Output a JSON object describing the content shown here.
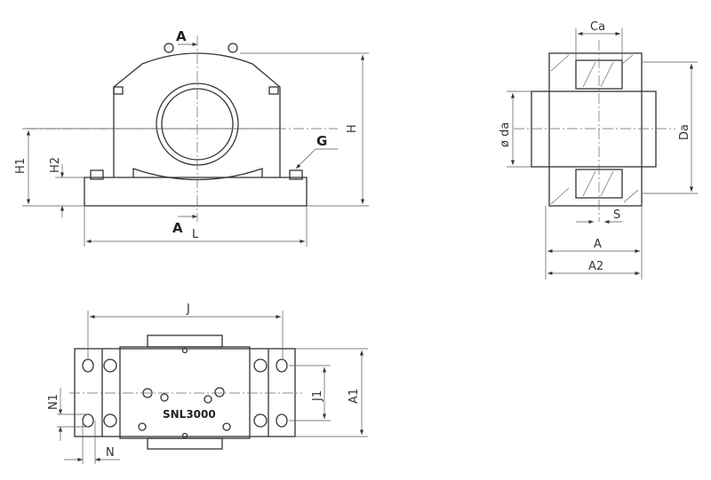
{
  "front_view": {
    "section_mark_top": "A",
    "section_mark_bottom": "A",
    "dim_H": "H",
    "dim_H1": "H1",
    "dim_H2": "H2",
    "dim_L": "L",
    "label_G": "G"
  },
  "side_view": {
    "dim_Ca": "Ca",
    "dim_da": "ø da",
    "dim_Da": "Da",
    "dim_S": "S",
    "dim_A": "A",
    "dim_A2": "A2"
  },
  "top_view": {
    "dim_J": "J",
    "dim_J1": "J1",
    "dim_A1": "A1",
    "dim_N1": "N1",
    "dim_N": "N",
    "model": "SNL3000"
  }
}
